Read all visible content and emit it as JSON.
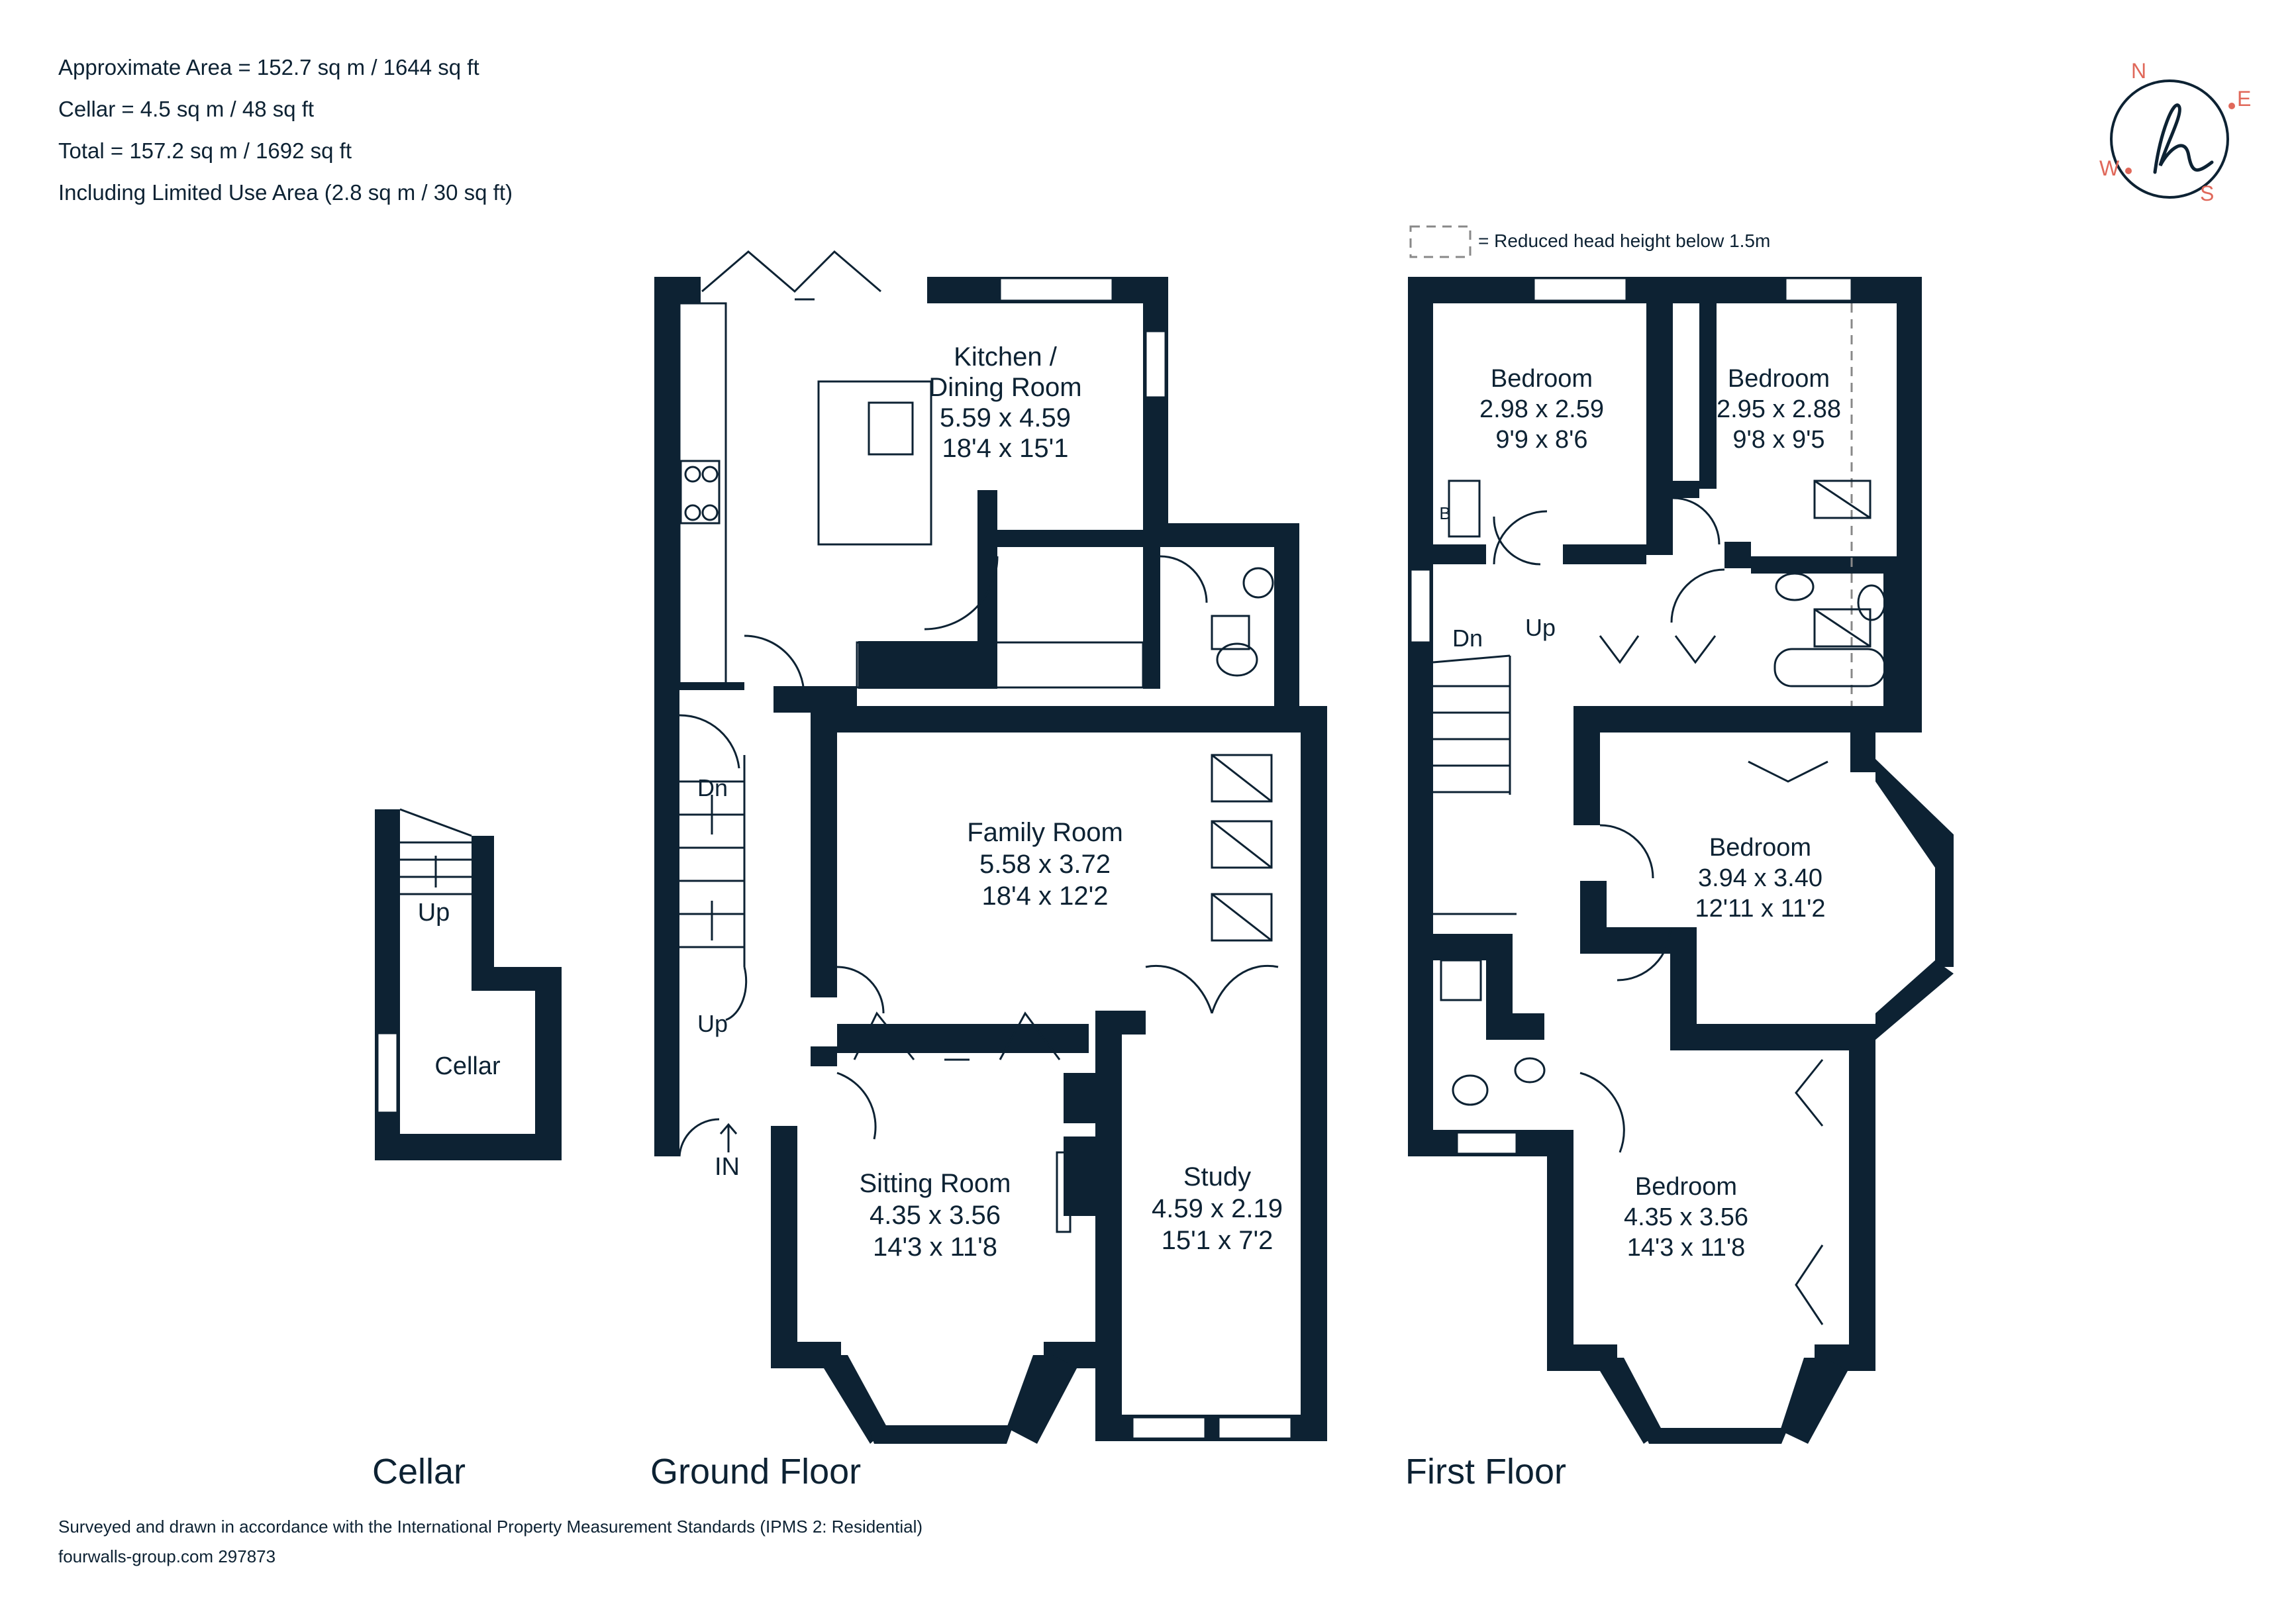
{
  "summary": {
    "approx_area": "Approximate Area = 152.7 sq m / 1644 sq ft",
    "cellar_area": "Cellar = 4.5 sq m / 48 sq ft",
    "total_area": "Total = 157.2 sq m / 1692 sq ft",
    "limited_use": "Including Limited Use Area (2.8 sq m / 30 sq ft)"
  },
  "legend": {
    "reduced_head": "= Reduced head height below 1.5m"
  },
  "compass": {
    "n": "N",
    "e": "E",
    "s": "S",
    "w": "W",
    "accent_color": "#e0685a"
  },
  "colors": {
    "wall": "#0d2233"
  },
  "floors": {
    "cellar": "Cellar",
    "ground": "Ground Floor",
    "first": "First Floor"
  },
  "rooms": {
    "kitchen": {
      "name1": "Kitchen /",
      "name2": "Dining Room",
      "metric": "5.59 x 4.59",
      "imperial": "18'4 x 15'1"
    },
    "family": {
      "name": "Family Room",
      "metric": "5.58 x 3.72",
      "imperial": "18'4 x 12'2"
    },
    "sitting": {
      "name": "Sitting Room",
      "metric": "4.35 x 3.56",
      "imperial": "14'3 x 11'8"
    },
    "study": {
      "name": "Study",
      "metric": "4.59 x 2.19",
      "imperial": "15'1 x 7'2"
    },
    "cellar": {
      "name": "Cellar"
    },
    "bed1": {
      "name": "Bedroom",
      "metric": "2.98 x 2.59",
      "imperial": "9'9 x 8'6"
    },
    "bed2": {
      "name": "Bedroom",
      "metric": "2.95 x 2.88",
      "imperial": "9'8 x 9'5"
    },
    "bed3": {
      "name": "Bedroom",
      "metric": "3.94 x 3.40",
      "imperial": "12'11 x 11'2"
    },
    "bed4": {
      "name": "Bedroom",
      "metric": "4.35 x 3.56",
      "imperial": "14'3 x 11'8"
    }
  },
  "markers": {
    "up": "Up",
    "dn": "Dn",
    "in": "IN",
    "boiler": "B"
  },
  "footer": {
    "standards": "Surveyed and drawn in accordance with the International Property Measurement Standards (IPMS 2: Residential)",
    "ref": "fourwalls-group.com 297873"
  }
}
